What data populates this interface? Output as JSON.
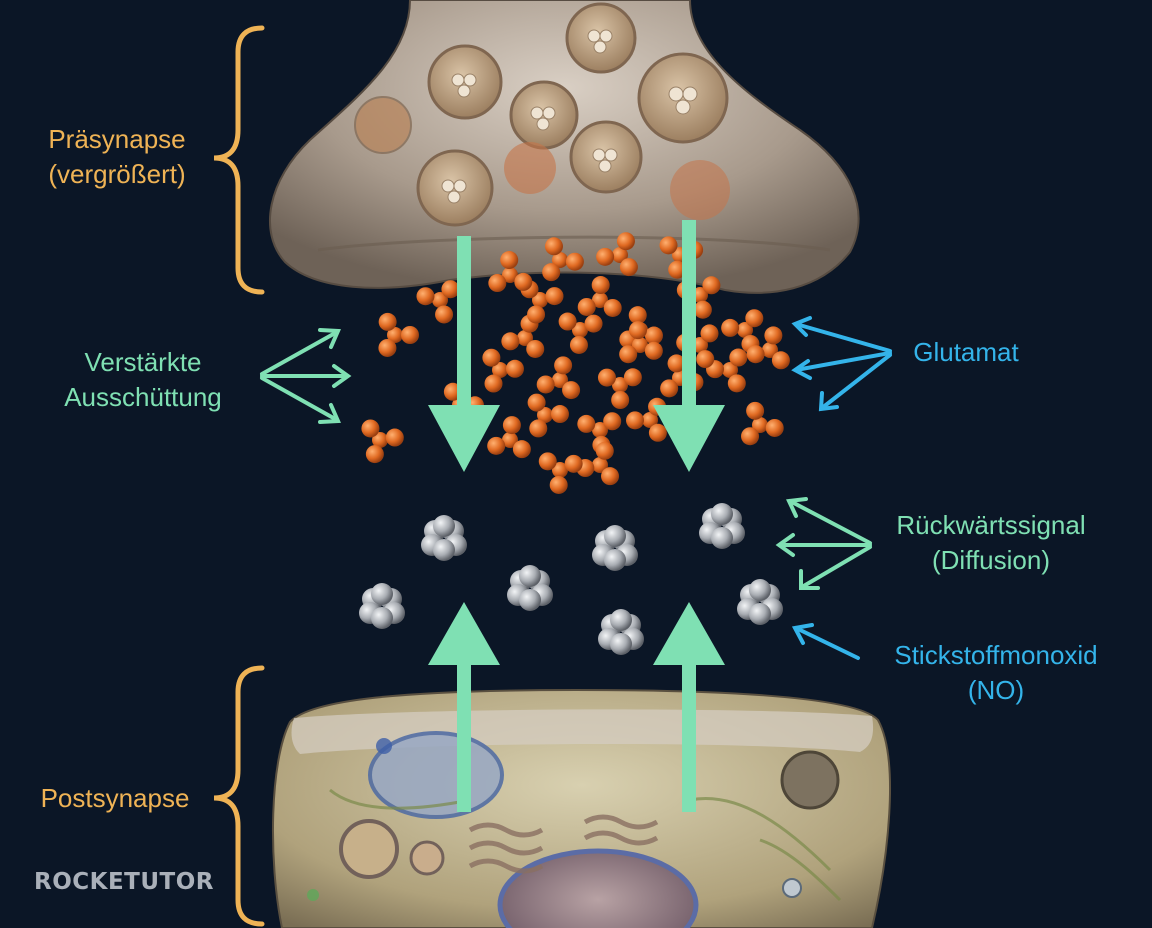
{
  "labels": {
    "presynapse": [
      "Präsynapse",
      "(vergrößert)"
    ],
    "postsynapse": "Postsynapse",
    "release": [
      "Verstärkte",
      "Ausschüttung"
    ],
    "glutamate": "Glutamat",
    "retrograde": [
      "Rückwärtssignal",
      "(Diffusion)"
    ],
    "nitric_oxide": [
      "Stickstoffmonoxid",
      "(NO)"
    ]
  },
  "logo": "ROCKETUTOR",
  "colors": {
    "background": "#0b1626",
    "bracket": "#efb355",
    "green_arrow": "#7fe0b3",
    "blue_arrow": "#34b4ea",
    "glutamate": "#e06a22",
    "no_molecule": "#a9adb3"
  }
}
